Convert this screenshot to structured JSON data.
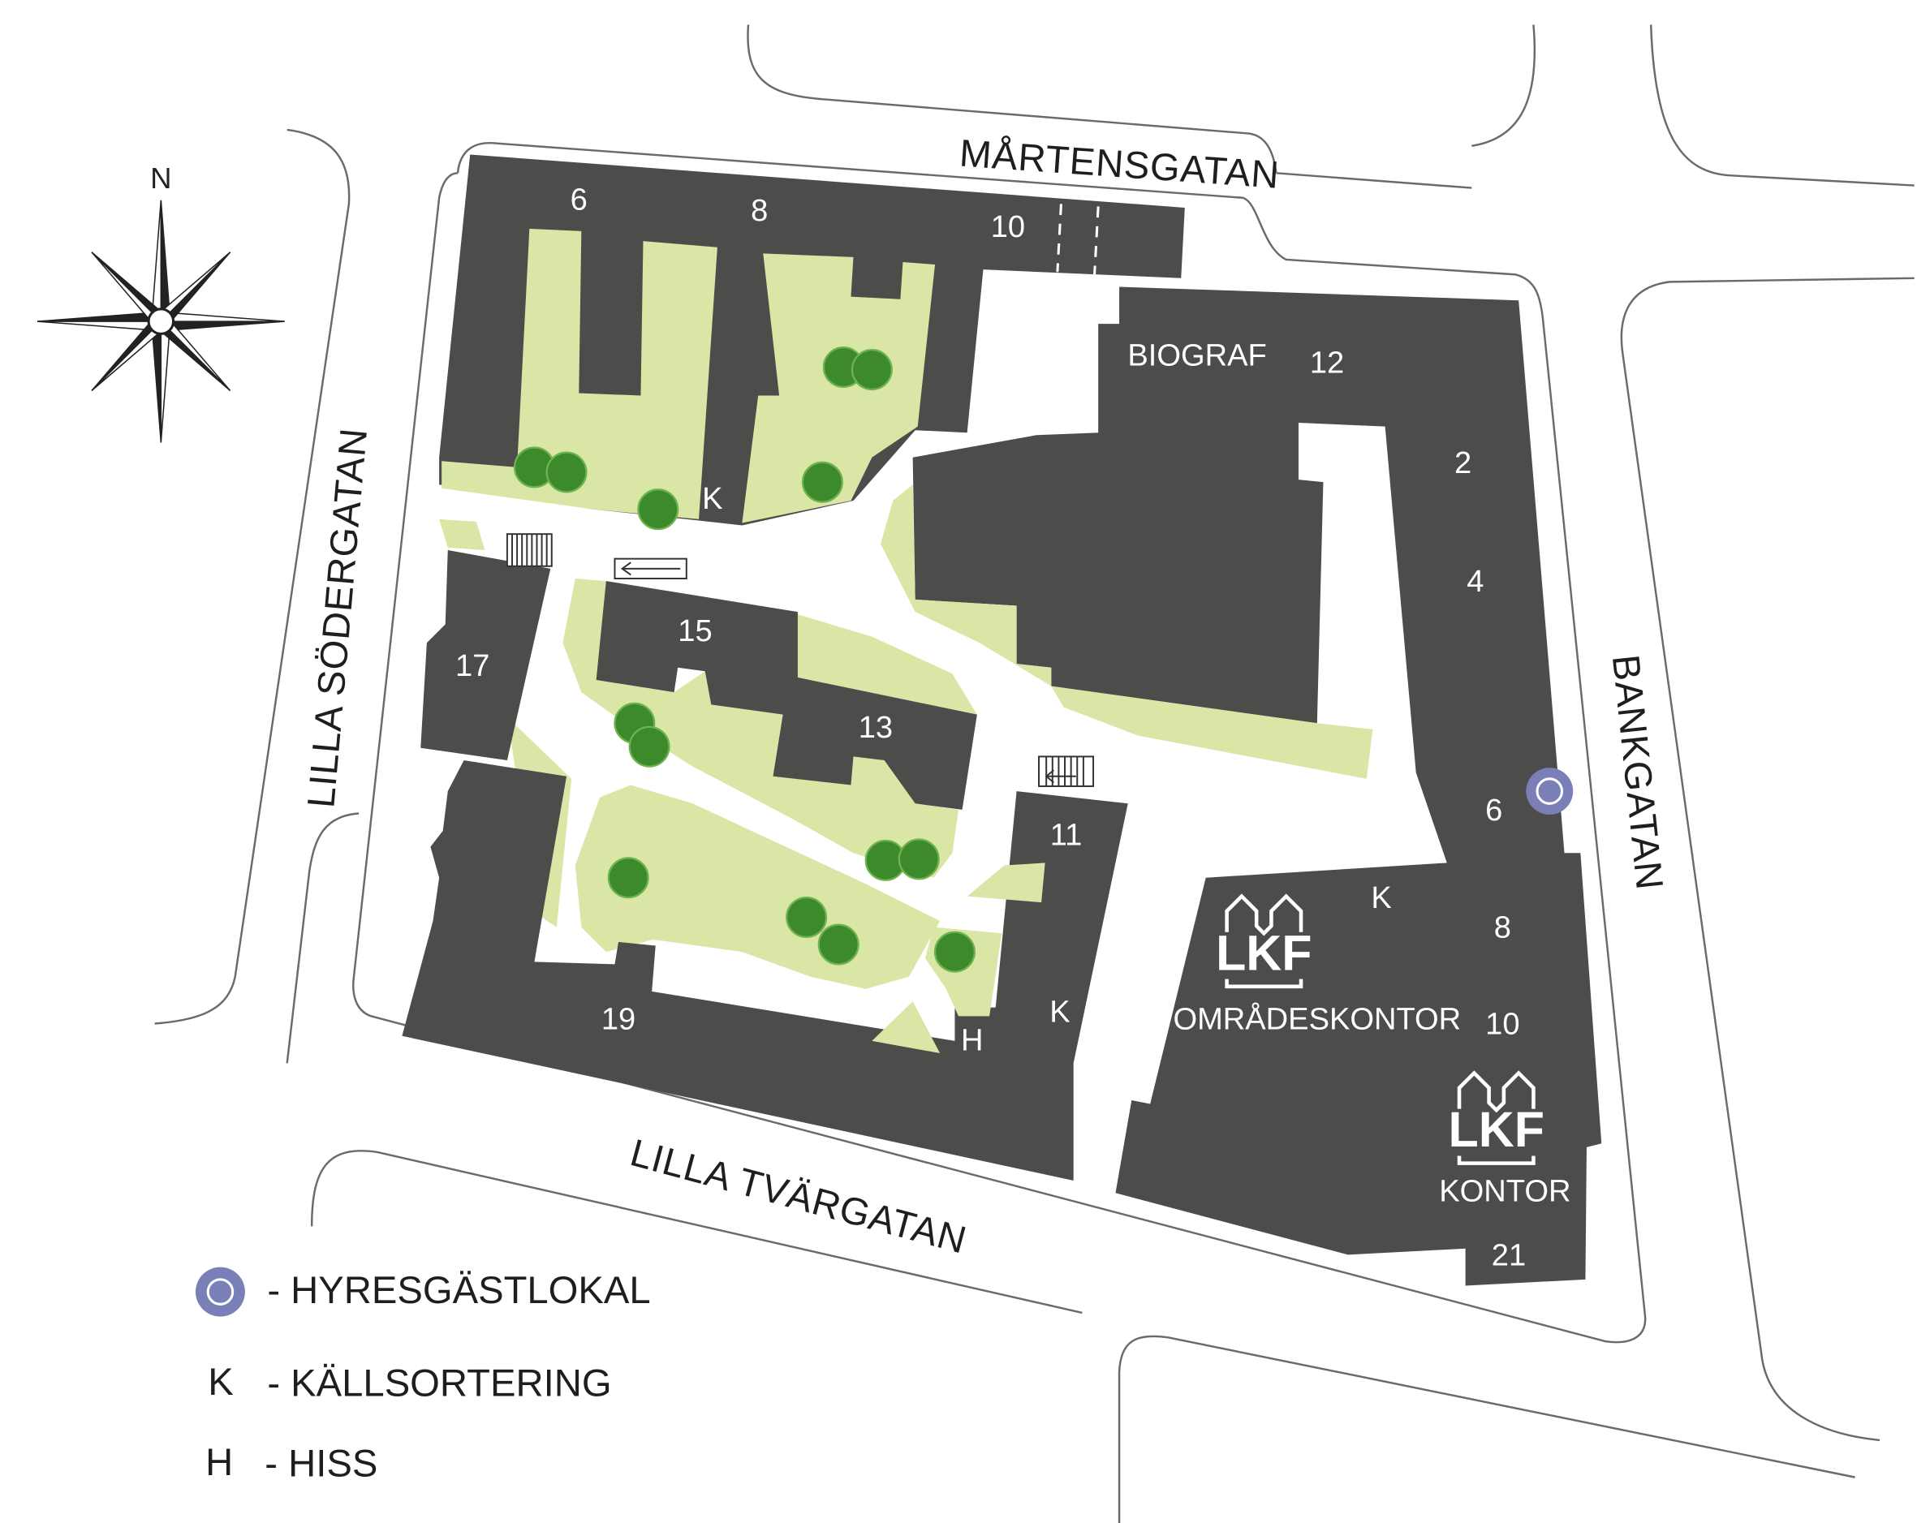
{
  "map": {
    "compass_label": "N",
    "streets": {
      "north": "MÅRTENSGATAN",
      "west": "LILLA SÖDERGATAN",
      "east": "BANKGATAN",
      "south": "LILLA TVÄRGATAN"
    },
    "building_labels": [
      "6",
      "8",
      "10",
      "BIOGRAF",
      "12",
      "2",
      "4",
      "6",
      "K",
      "8",
      "10",
      "21",
      "15",
      "13",
      "17",
      "11",
      "K",
      "K",
      "H",
      "19"
    ],
    "offices": [
      {
        "logo_text": "LKF",
        "label": "OMRÅDESKONTOR"
      },
      {
        "logo_text": "LKF",
        "label": "KONTOR"
      }
    ],
    "colors": {
      "building": "#4d4c4b",
      "green_area": "#d9e6a6",
      "tree": "#3d8a2c",
      "tenant_room_marker": "#7b7fb8"
    }
  },
  "legend": [
    {
      "symbol": "tenant-room-circle",
      "text": "- HYRESGÄSTLOKAL"
    },
    {
      "symbol": "K",
      "text": "- KÄLLSORTERING"
    },
    {
      "symbol": "H",
      "text": "- HISS"
    }
  ]
}
